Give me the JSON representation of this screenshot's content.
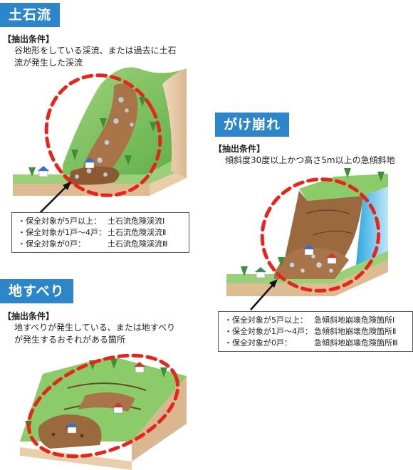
{
  "debris_flow": {
    "title": "土石流",
    "condition_heading": "【抽出条件】",
    "condition_lines": [
      "谷地形をしている渓流、または過去に土石",
      "流が発生した渓流"
    ],
    "legend": [
      {
        "key": "・保全対象が5戸以上：",
        "value": "土石流危険渓流Ⅰ"
      },
      {
        "key": "・保全対象が1戸～4戸：",
        "value": "土石流危険渓流Ⅱ"
      },
      {
        "key": "・保全対象が0戸：",
        "value": "土石流危険渓流Ⅲ"
      }
    ]
  },
  "slope_failure": {
    "title": "がけ崩れ",
    "condition_heading": "【抽出条件】",
    "condition_lines": [
      "傾斜度30度以上かつ高さ5m以上の急傾斜地"
    ],
    "legend": [
      {
        "key": "・保全対象が5戸以上：",
        "value": "急傾斜地崩壊危険箇所Ⅰ"
      },
      {
        "key": "・保全対象が1戸～4戸：",
        "value": "急傾斜地崩壊危険箇所Ⅱ"
      },
      {
        "key": "・保全対象が0戸：",
        "value": "急傾斜地崩壊危険箇所Ⅲ"
      }
    ]
  },
  "landslide": {
    "title": "地すべり",
    "condition_heading": "【抽出条件】",
    "condition_lines": [
      "地すべりが発生している、または地すべり",
      "が発生するおそれがある箇所"
    ]
  },
  "colors": {
    "tag_blue": "#2d86c9",
    "hazard_red": "#e8241c",
    "grass": "#7cc35a",
    "soil": "#9a6a3e"
  }
}
